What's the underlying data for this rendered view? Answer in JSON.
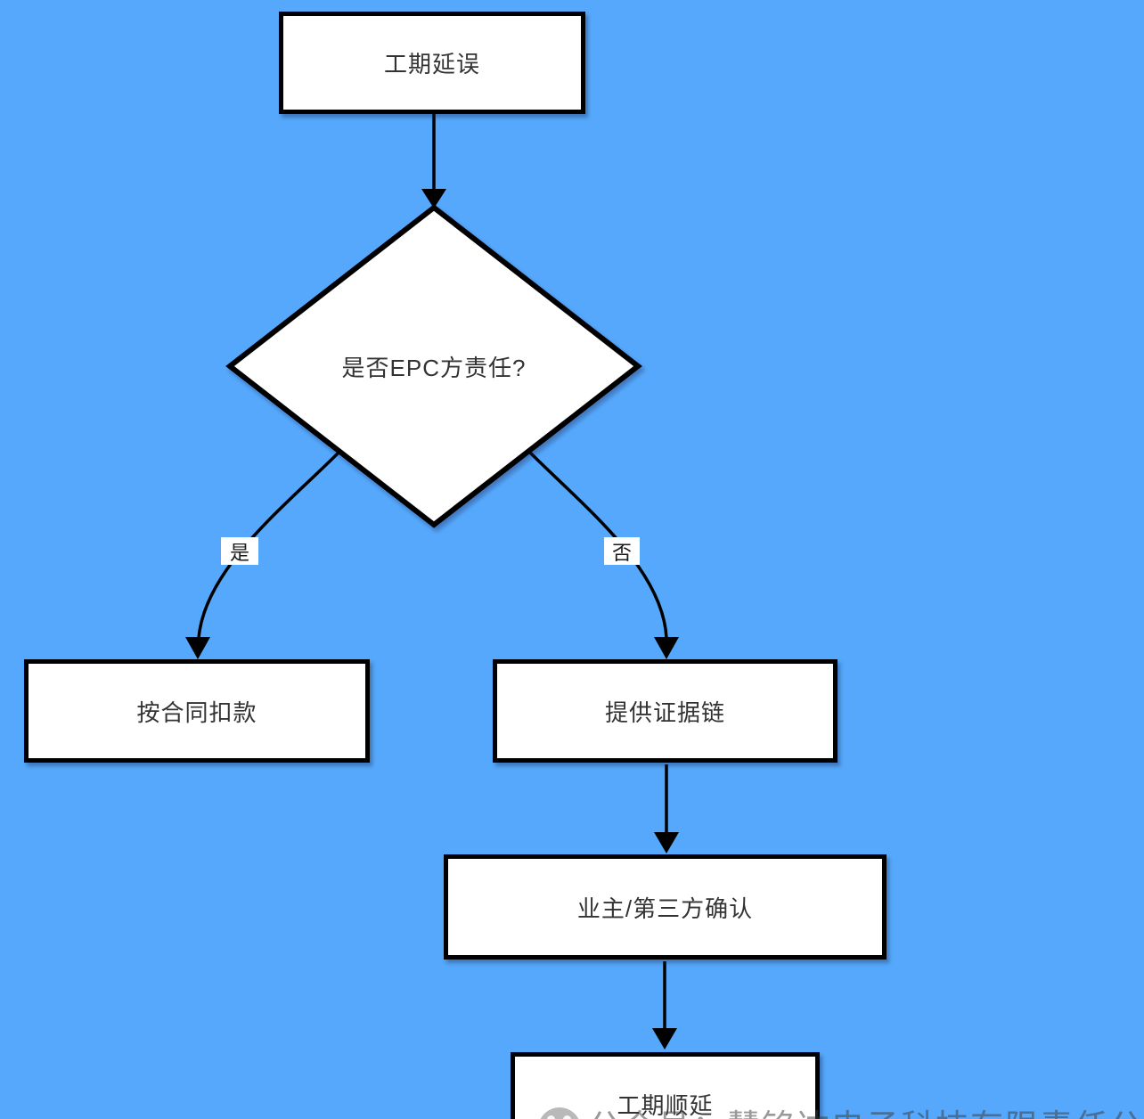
{
  "flowchart": {
    "nodes": {
      "start": {
        "type": "process",
        "label": "工期延误"
      },
      "decision": {
        "type": "decision",
        "label": "是否EPC方责任?"
      },
      "deduct": {
        "type": "process",
        "label": "按合同扣款"
      },
      "evidence": {
        "type": "process",
        "label": "提供证据链"
      },
      "confirm": {
        "type": "process",
        "label": "业主/第三方确认"
      },
      "extend": {
        "type": "process",
        "label": "工期顺延"
      }
    },
    "edge_labels": {
      "yes": "是",
      "no": "否"
    },
    "colors": {
      "background": "#55A8FB",
      "node_fill": "#FFFFFF",
      "node_border": "#000000",
      "node_text": "#333333",
      "edge_stroke": "#000000",
      "watermark_text_color": "#606060"
    }
  },
  "watermark": {
    "icon": "round-face-logo-icon",
    "text": "公众号：慧铭达电子科技有限责任公司"
  }
}
